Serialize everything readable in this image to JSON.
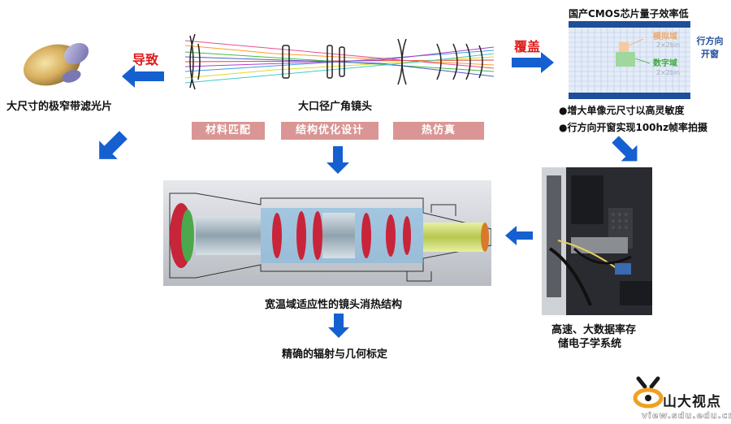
{
  "left": {
    "action": "导致",
    "caption": "大尺寸的极窄带滤光片"
  },
  "center_top": {
    "caption": "大口径广角镜头",
    "tags": [
      "材料匹配",
      "结构优化设计",
      "热仿真"
    ]
  },
  "right": {
    "action": "覆盖",
    "title": "国产CMOS芯片量子效率低",
    "sim_label": "模拟域",
    "sim_bin": "2×2bin",
    "dig_label": "数字域",
    "dig_bin": "2×2bin",
    "row_window": "行方向\n开窗",
    "bullets": [
      "●增大单像元尺寸以高灵敏度",
      "●行方向开窗实现100hz帧率拍摄"
    ],
    "storage_caption_1": "高速、大数据率存",
    "storage_caption_2": "储电子学系统"
  },
  "center": {
    "structure_caption": "宽温域适应性的镜头消热结构",
    "final_caption": "精确的辐射与几何标定"
  },
  "logo": {
    "name": "山大视点",
    "url": "view.sdu.edu.cn"
  },
  "colors": {
    "arrow_blue": "#1560d0",
    "accent_red": "#e0191a",
    "tag_pink": "#d99694",
    "sensor_blue": "#1f4e9a"
  }
}
